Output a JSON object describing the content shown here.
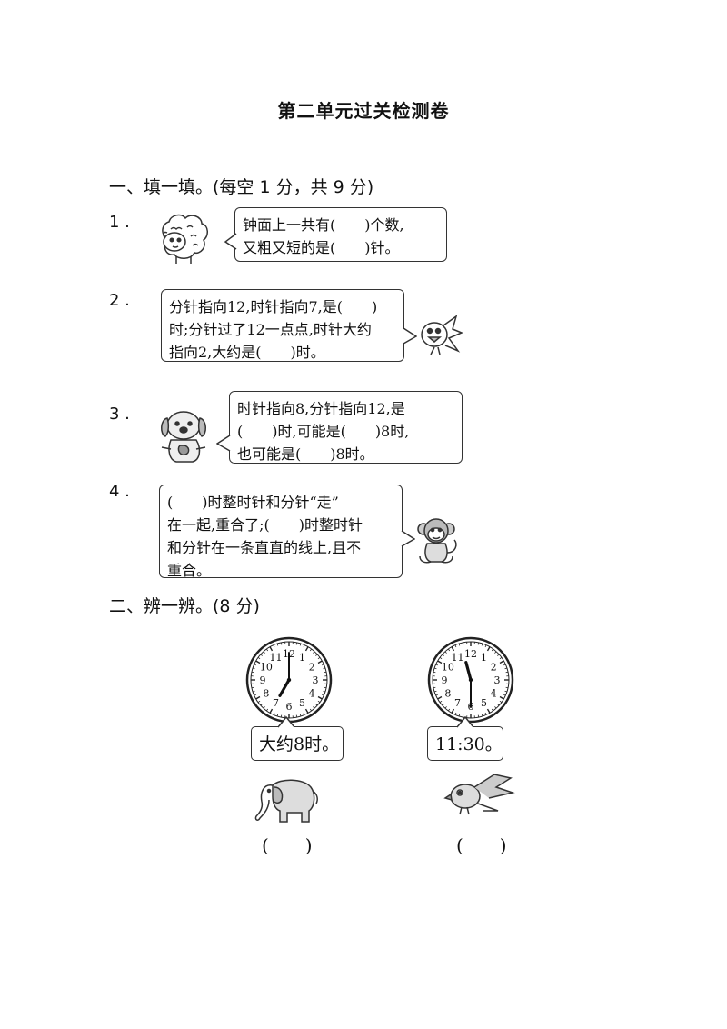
{
  "title": "第二单元过关检测卷",
  "section1": {
    "heading": "一、填一填。(每空 1 分，共 9 分)",
    "items": [
      {
        "num": "1 .",
        "lines": [
          "钟面上一共有(　　)个数,",
          "又粗又短的是(　　)针。"
        ],
        "animal": "sheep-icon"
      },
      {
        "num": "2 .",
        "lines": [
          "分针指向12,时针指向7,是(　　)",
          "时;分针过了12一点点,时针大约",
          "指向2,大约是(　　)时。"
        ],
        "animal": "bird-icon"
      },
      {
        "num": "3 .",
        "lines": [
          "时针指向8,分针指向12,是",
          "(　　)时,可能是(　　)8时,",
          "也可能是(　　)8时。"
        ],
        "animal": "dog-icon"
      },
      {
        "num": "4 .",
        "lines": [
          "(　　)时整时针和分针“走”",
          "在一起,重合了;(　　)时整时针",
          "和分针在一条直直的线上,且不",
          "重合。"
        ],
        "animal": "monkey-icon"
      }
    ]
  },
  "section2": {
    "heading": "二、辨一辨。(8 分)",
    "items": [
      {
        "clock_time": "7:00",
        "statement": "大约8时。",
        "answer": "(　　)",
        "animal": "elephant-icon"
      },
      {
        "clock_time": "11:30",
        "statement": "11:30。",
        "answer": "(　　)",
        "animal": "bird-icon"
      }
    ],
    "clock_numbers": [
      "12",
      "1",
      "2",
      "3",
      "4",
      "5",
      "6",
      "7",
      "8",
      "9",
      "10",
      "11"
    ]
  }
}
